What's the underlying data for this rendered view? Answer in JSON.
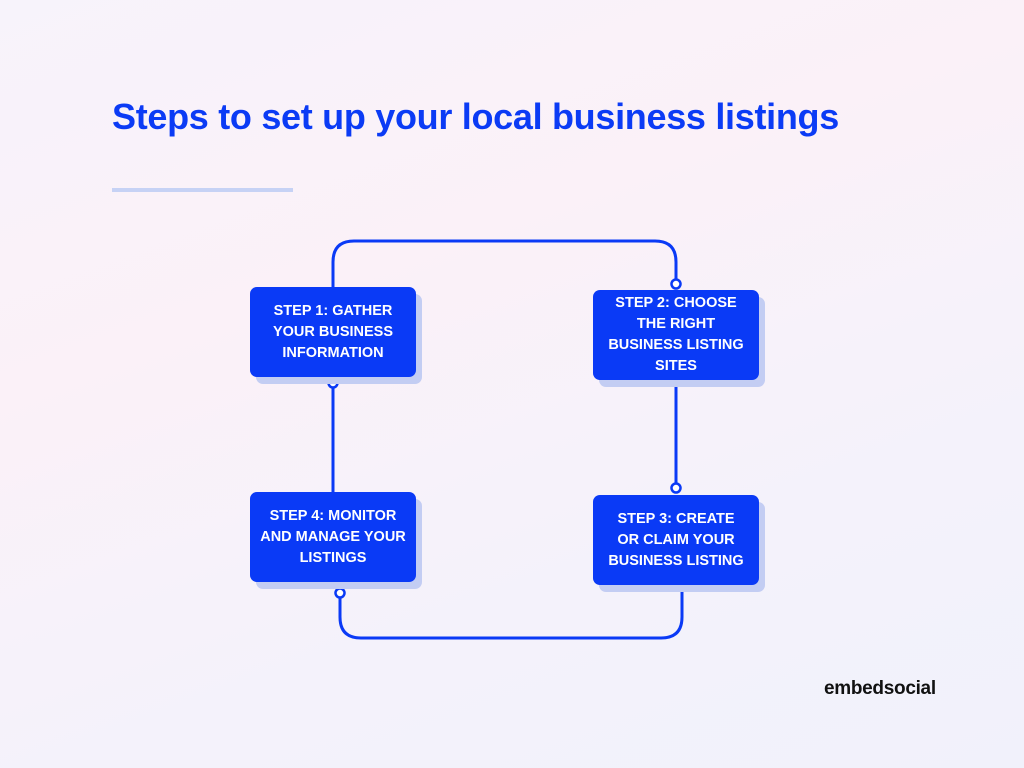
{
  "title": "Steps to set up your local business listings",
  "steps": [
    {
      "label": "STEP 1: GATHER YOUR BUSINESS INFORMATION"
    },
    {
      "label": "STEP 2: CHOOSE THE RIGHT BUSINESS LISTING SITES"
    },
    {
      "label": "STEP 3: CREATE OR CLAIM YOUR BUSINESS LISTING"
    },
    {
      "label": "STEP 4: MONITOR AND MANAGE YOUR LISTINGS"
    }
  ],
  "logo": "embedsocial",
  "colors": {
    "accent": "#0a3af6",
    "shadow": "#c3cdf3"
  }
}
